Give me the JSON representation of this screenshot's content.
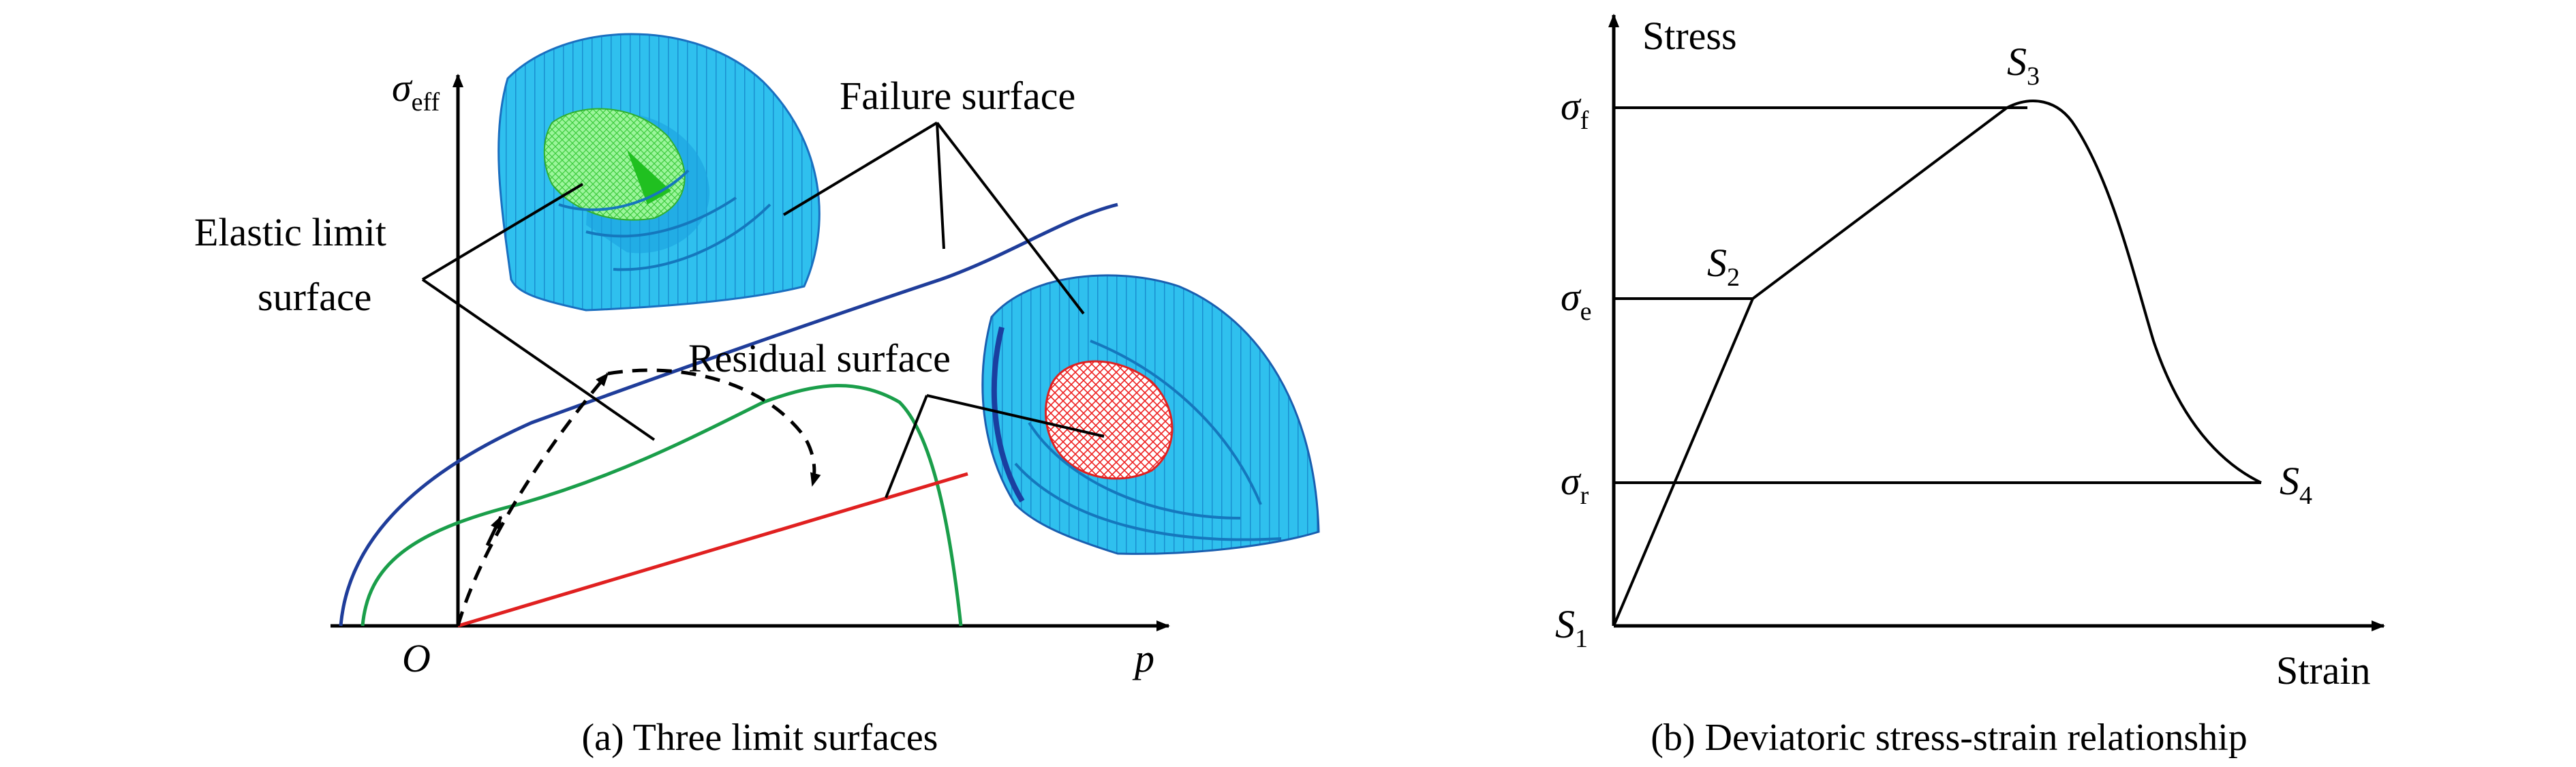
{
  "panel_a": {
    "caption": "(a) Three limit surfaces",
    "y_axis_label": "σ",
    "y_axis_subscript": "eff",
    "x_axis_label": "p",
    "origin_label": "O",
    "callouts": {
      "failure": "Failure surface",
      "elastic_line1": "Elastic limit",
      "elastic_line2": "surface",
      "residual": "Residual surface"
    },
    "colors": {
      "failure_curve": "#1f3d9a",
      "elastic_curve": "#1a9e4a",
      "residual_line": "#e02020",
      "surface_mesh": "#29b6e8",
      "elastic_inner": "#7cf07c",
      "residual_inner": "#ff4040"
    }
  },
  "panel_b": {
    "caption": "(b) Deviatoric stress-strain relationship",
    "y_axis_label": "Stress",
    "x_axis_label": "Strain",
    "levels": {
      "f": {
        "symbol": "σ",
        "sub": "f"
      },
      "e": {
        "symbol": "σ",
        "sub": "e"
      },
      "r": {
        "symbol": "σ",
        "sub": "r"
      }
    },
    "points": {
      "s1": {
        "symbol": "S",
        "sub": "1"
      },
      "s2": {
        "symbol": "S",
        "sub": "2"
      },
      "s3": {
        "symbol": "S",
        "sub": "3"
      },
      "s4": {
        "symbol": "S",
        "sub": "4"
      }
    }
  }
}
